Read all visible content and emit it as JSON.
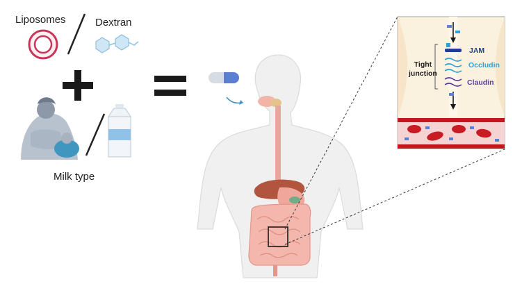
{
  "labels": {
    "liposomes": "Liposomes",
    "dextran": "Dextran",
    "milk_type": "Milk type",
    "tight_junction_line1": "Tight",
    "tight_junction_line2": "junction",
    "jam": "JAM",
    "occludin": "Occludin",
    "claudin": "Claudin"
  },
  "symbols": {
    "plus": "+",
    "equals": "="
  },
  "icons": [
    "liposome-icon",
    "dextran-icon",
    "breastfeeding-icon",
    "milk-carton-icon",
    "capsule-icon",
    "digestive-system-icon",
    "tight-junction-inset"
  ],
  "colors": {
    "capsule_blue": "#5b7fd1",
    "gut_pink": "#e9a7a3",
    "blood_red": "#c4161c",
    "occludin_cyan": "#2ea0d8",
    "claudin_purple": "#5a3d9a",
    "jam_navy": "#1d3f8f"
  }
}
